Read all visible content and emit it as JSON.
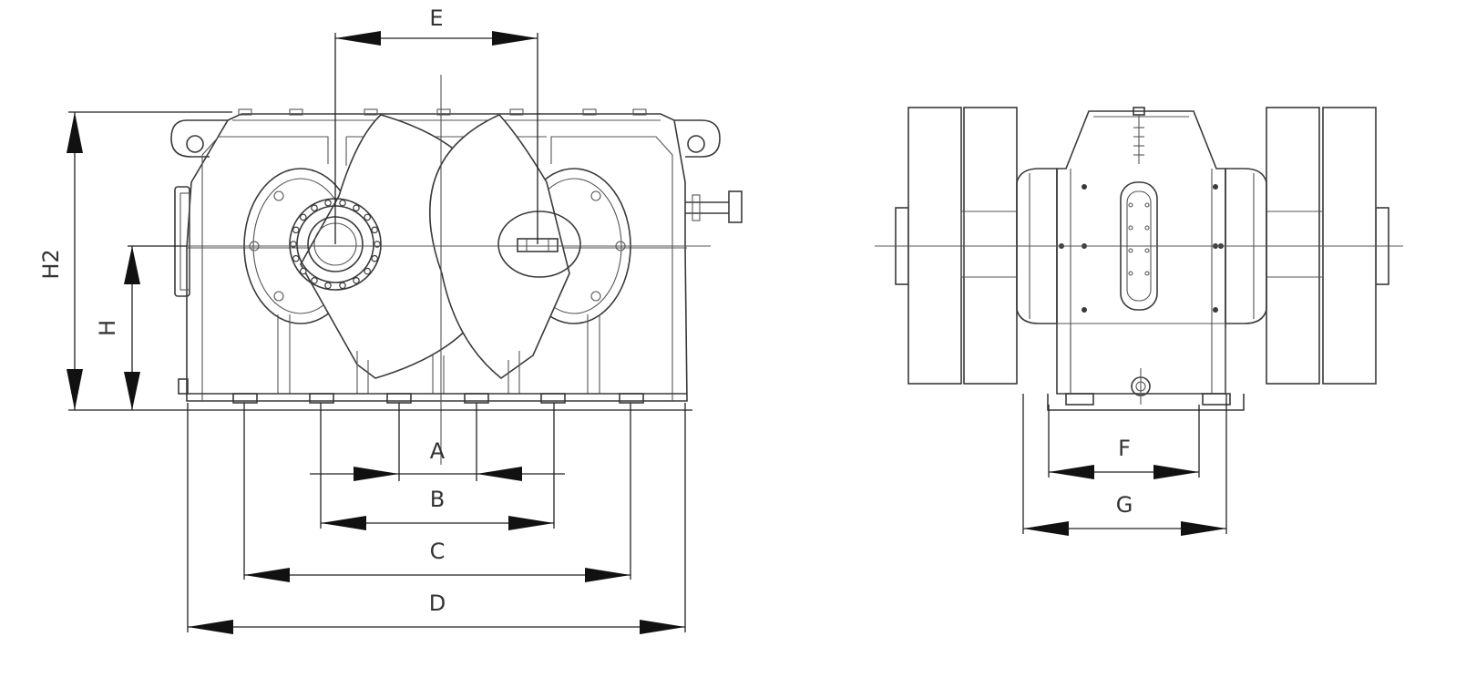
{
  "labels": {
    "A": "A",
    "B": "B",
    "C": "C",
    "D": "D",
    "E": "E",
    "F": "F",
    "G": "G",
    "H": "H",
    "H2": "H2"
  }
}
